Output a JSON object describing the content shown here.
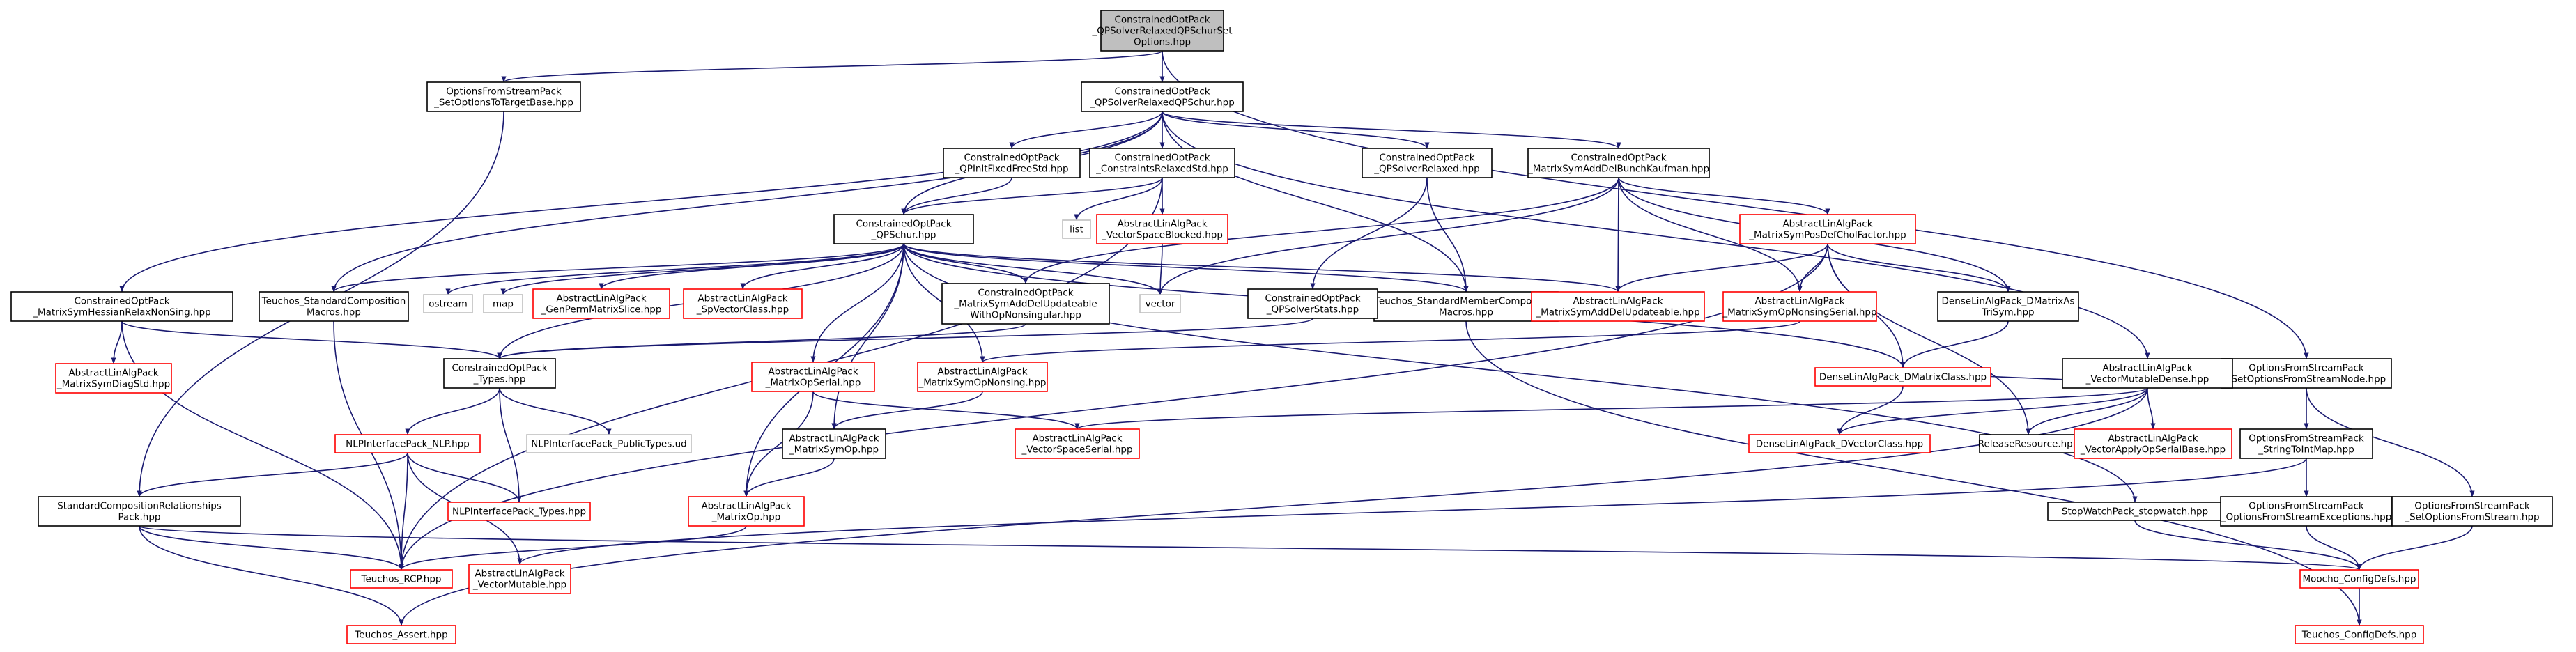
{
  "diagram": {
    "colors": {
      "root_fill": "#bfbfbf",
      "edge": "#191970",
      "border_normal": "#000000",
      "border_truncated": "#ff0000",
      "border_external": "#bfbfbf"
    },
    "nodes": [
      {
        "id": "n0",
        "lines": [
          "ConstrainedOptPack",
          "_QPSolverRelaxedQPSchurSet",
          "Options.hpp"
        ],
        "style": "root"
      },
      {
        "id": "n1",
        "lines": [
          "OptionsFromStreamPack",
          "_SetOptionsToTargetBase.hpp"
        ],
        "style": "normal"
      },
      {
        "id": "n2",
        "lines": [
          "ConstrainedOptPack",
          "_QPSolverRelaxedQPSchur.hpp"
        ],
        "style": "normal"
      },
      {
        "id": "n3",
        "lines": [
          "OptionsFromStreamPack",
          "_SetOptionsFromStreamNode.hpp"
        ],
        "style": "normal"
      },
      {
        "id": "n4",
        "lines": [
          "StandardCompositionRelationships",
          "Pack.hpp"
        ],
        "style": "normal"
      },
      {
        "id": "n5",
        "lines": [
          "ConstrainedOptPack",
          "_MatrixSymHessianRelaxNonSing.hpp"
        ],
        "style": "normal"
      },
      {
        "id": "n6",
        "lines": [
          "Teuchos_StandardComposition",
          "Macros.hpp"
        ],
        "style": "normal"
      },
      {
        "id": "n7",
        "lines": [
          "ConstrainedOptPack",
          "_QPInitFixedFreeStd.hpp"
        ],
        "style": "normal"
      },
      {
        "id": "n8",
        "lines": [
          "ConstrainedOptPack",
          "_ConstraintsRelaxedStd.hpp"
        ],
        "style": "normal"
      },
      {
        "id": "n9",
        "lines": [
          "ConstrainedOptPack",
          "_QPSolverRelaxed.hpp"
        ],
        "style": "normal"
      },
      {
        "id": "n10",
        "lines": [
          "ConstrainedOptPack",
          "_MatrixSymAddDelBunchKaufman.hpp"
        ],
        "style": "normal"
      },
      {
        "id": "n11",
        "lines": [
          "Teuchos_StandardMemberComposition",
          "Macros.hpp"
        ],
        "style": "normal"
      },
      {
        "id": "n12",
        "lines": [
          "AbstractLinAlgPack",
          "_VectorMutableDense.hpp"
        ],
        "style": "normal"
      },
      {
        "id": "n13",
        "lines": [
          "ConstrainedOptPack",
          "_QPSchur.hpp"
        ],
        "style": "normal"
      },
      {
        "id": "n14",
        "lines": [
          "list"
        ],
        "style": "external"
      },
      {
        "id": "n15",
        "lines": [
          "AbstractLinAlgPack",
          "_VectorSpaceBlocked.hpp"
        ],
        "style": "truncated"
      },
      {
        "id": "n16",
        "lines": [
          "vector"
        ],
        "style": "external"
      },
      {
        "id": "n17",
        "lines": [
          "AbstractLinAlgPack",
          "_MatrixSymPosDefCholFactor.hpp"
        ],
        "style": "truncated"
      },
      {
        "id": "n18",
        "lines": [
          "ostream"
        ],
        "style": "external"
      },
      {
        "id": "n19",
        "lines": [
          "map"
        ],
        "style": "external"
      },
      {
        "id": "n20",
        "lines": [
          "AbstractLinAlgPack",
          "_GenPermMatrixSlice.hpp"
        ],
        "style": "truncated"
      },
      {
        "id": "n21",
        "lines": [
          "AbstractLinAlgPack",
          "_SpVectorClass.hpp"
        ],
        "style": "truncated"
      },
      {
        "id": "n22",
        "lines": [
          "ConstrainedOptPack",
          "_MatrixSymAddDelUpdateable",
          "WithOpNonsingular.hpp"
        ],
        "style": "normal"
      },
      {
        "id": "n23",
        "lines": [
          "ConstrainedOptPack",
          "_QPSolverStats.hpp"
        ],
        "style": "normal"
      },
      {
        "id": "n24",
        "lines": [
          "AbstractLinAlgPack",
          "_MatrixSymAddDelUpdateable.hpp"
        ],
        "style": "truncated"
      },
      {
        "id": "n25",
        "lines": [
          "AbstractLinAlgPack",
          "_MatrixSymOpNonsingSerial.hpp"
        ],
        "style": "truncated"
      },
      {
        "id": "n26",
        "lines": [
          "DenseLinAlgPack_DMatrixAs",
          "TriSym.hpp"
        ],
        "style": "normal"
      },
      {
        "id": "n27",
        "lines": [
          "AbstractLinAlgPack",
          "_MatrixSymDiagStd.hpp"
        ],
        "style": "truncated"
      },
      {
        "id": "n28",
        "lines": [
          "ConstrainedOptPack",
          "_Types.hpp"
        ],
        "style": "normal"
      },
      {
        "id": "n29",
        "lines": [
          "AbstractLinAlgPack",
          "_MatrixOpSerial.hpp"
        ],
        "style": "truncated"
      },
      {
        "id": "n30",
        "lines": [
          "AbstractLinAlgPack",
          "_MatrixSymOpNonsing.hpp"
        ],
        "style": "truncated"
      },
      {
        "id": "n31",
        "lines": [
          "DenseLinAlgPack_DMatrixClass.hpp"
        ],
        "style": "truncated"
      },
      {
        "id": "n32",
        "lines": [
          "NLPInterfacePack_NLP.hpp"
        ],
        "style": "truncated"
      },
      {
        "id": "n33",
        "lines": [
          "NLPInterfacePack_PublicTypes.ud"
        ],
        "style": "external"
      },
      {
        "id": "n34",
        "lines": [
          "AbstractLinAlgPack",
          "_MatrixSymOp.hpp"
        ],
        "style": "normal"
      },
      {
        "id": "n35",
        "lines": [
          "AbstractLinAlgPack",
          "_VectorSpaceSerial.hpp"
        ],
        "style": "truncated"
      },
      {
        "id": "n36",
        "lines": [
          "DenseLinAlgPack_DVectorClass.hpp"
        ],
        "style": "truncated"
      },
      {
        "id": "n37",
        "lines": [
          "ReleaseResource.hpp"
        ],
        "style": "normal"
      },
      {
        "id": "n38",
        "lines": [
          "AbstractLinAlgPack",
          "_VectorApplyOpSerialBase.hpp"
        ],
        "style": "truncated"
      },
      {
        "id": "n39",
        "lines": [
          "OptionsFromStreamPack",
          "_StringToIntMap.hpp"
        ],
        "style": "normal"
      },
      {
        "id": "n40",
        "lines": [
          "NLPInterfacePack_Types.hpp"
        ],
        "style": "truncated"
      },
      {
        "id": "n41",
        "lines": [
          "AbstractLinAlgPack",
          "_MatrixOp.hpp"
        ],
        "style": "truncated"
      },
      {
        "id": "n42",
        "lines": [
          "StopWatchPack_stopwatch.hpp"
        ],
        "style": "normal"
      },
      {
        "id": "n43",
        "lines": [
          "OptionsFromStreamPack",
          "_OptionsFromStreamExceptions.hpp"
        ],
        "style": "normal"
      },
      {
        "id": "n44",
        "lines": [
          "OptionsFromStreamPack",
          "_SetOptionsFromStream.hpp"
        ],
        "style": "normal"
      },
      {
        "id": "n45",
        "lines": [
          "Teuchos_RCP.hpp"
        ],
        "style": "truncated"
      },
      {
        "id": "n46",
        "lines": [
          "AbstractLinAlgPack",
          "_VectorMutable.hpp"
        ],
        "style": "truncated"
      },
      {
        "id": "n47",
        "lines": [
          "Moocho_ConfigDefs.hpp"
        ],
        "style": "truncated"
      },
      {
        "id": "n48",
        "lines": [
          "Teuchos_Assert.hpp"
        ],
        "style": "truncated"
      },
      {
        "id": "n49",
        "lines": [
          "Teuchos_ConfigDefs.hpp"
        ],
        "style": "truncated"
      }
    ],
    "edges": [
      [
        "n0",
        "n1"
      ],
      [
        "n0",
        "n2"
      ],
      [
        "n0",
        "n3"
      ],
      [
        "n1",
        "n4"
      ],
      [
        "n2",
        "n5"
      ],
      [
        "n2",
        "n6"
      ],
      [
        "n2",
        "n7"
      ],
      [
        "n2",
        "n8"
      ],
      [
        "n2",
        "n9"
      ],
      [
        "n2",
        "n10"
      ],
      [
        "n2",
        "n11"
      ],
      [
        "n2",
        "n12"
      ],
      [
        "n2",
        "n13"
      ],
      [
        "n3",
        "n39"
      ],
      [
        "n3",
        "n44"
      ],
      [
        "n4",
        "n45"
      ],
      [
        "n4",
        "n48"
      ],
      [
        "n4",
        "n47"
      ],
      [
        "n5",
        "n27"
      ],
      [
        "n5",
        "n28"
      ],
      [
        "n5",
        "n45"
      ],
      [
        "n6",
        "n45"
      ],
      [
        "n7",
        "n13"
      ],
      [
        "n8",
        "n14"
      ],
      [
        "n8",
        "n15"
      ],
      [
        "n8",
        "n13"
      ],
      [
        "n8",
        "n45"
      ],
      [
        "n9",
        "n23"
      ],
      [
        "n9",
        "n11"
      ],
      [
        "n10",
        "n16"
      ],
      [
        "n10",
        "n17"
      ],
      [
        "n10",
        "n22"
      ],
      [
        "n10",
        "n24"
      ],
      [
        "n10",
        "n25"
      ],
      [
        "n10",
        "n26"
      ],
      [
        "n11",
        "n49"
      ],
      [
        "n12",
        "n31"
      ],
      [
        "n12",
        "n35"
      ],
      [
        "n12",
        "n36"
      ],
      [
        "n12",
        "n37"
      ],
      [
        "n12",
        "n38"
      ],
      [
        "n12",
        "n48"
      ],
      [
        "n13",
        "n18"
      ],
      [
        "n13",
        "n19"
      ],
      [
        "n13",
        "n16"
      ],
      [
        "n13",
        "n20"
      ],
      [
        "n13",
        "n21"
      ],
      [
        "n13",
        "n22"
      ],
      [
        "n13",
        "n24"
      ],
      [
        "n13",
        "n28"
      ],
      [
        "n13",
        "n29"
      ],
      [
        "n13",
        "n30"
      ],
      [
        "n13",
        "n34"
      ],
      [
        "n13",
        "n41"
      ],
      [
        "n13",
        "n42"
      ],
      [
        "n13",
        "n31"
      ],
      [
        "n13",
        "n6"
      ],
      [
        "n13",
        "n11"
      ],
      [
        "n15",
        "n16"
      ],
      [
        "n17",
        "n24"
      ],
      [
        "n17",
        "n25"
      ],
      [
        "n17",
        "n26"
      ],
      [
        "n17",
        "n31"
      ],
      [
        "n17",
        "n37"
      ],
      [
        "n17",
        "n45"
      ],
      [
        "n22",
        "n28"
      ],
      [
        "n23",
        "n28"
      ],
      [
        "n25",
        "n30"
      ],
      [
        "n26",
        "n31"
      ],
      [
        "n28",
        "n32"
      ],
      [
        "n28",
        "n33"
      ],
      [
        "n28",
        "n40"
      ],
      [
        "n29",
        "n41"
      ],
      [
        "n29",
        "n35"
      ],
      [
        "n30",
        "n34"
      ],
      [
        "n31",
        "n36"
      ],
      [
        "n32",
        "n4"
      ],
      [
        "n32",
        "n40"
      ],
      [
        "n32",
        "n45"
      ],
      [
        "n32",
        "n46"
      ],
      [
        "n34",
        "n41"
      ],
      [
        "n39",
        "n43"
      ],
      [
        "n39",
        "n46"
      ],
      [
        "n41",
        "n45"
      ],
      [
        "n42",
        "n47"
      ],
      [
        "n43",
        "n47"
      ],
      [
        "n44",
        "n47"
      ],
      [
        "n47",
        "n49"
      ]
    ]
  }
}
